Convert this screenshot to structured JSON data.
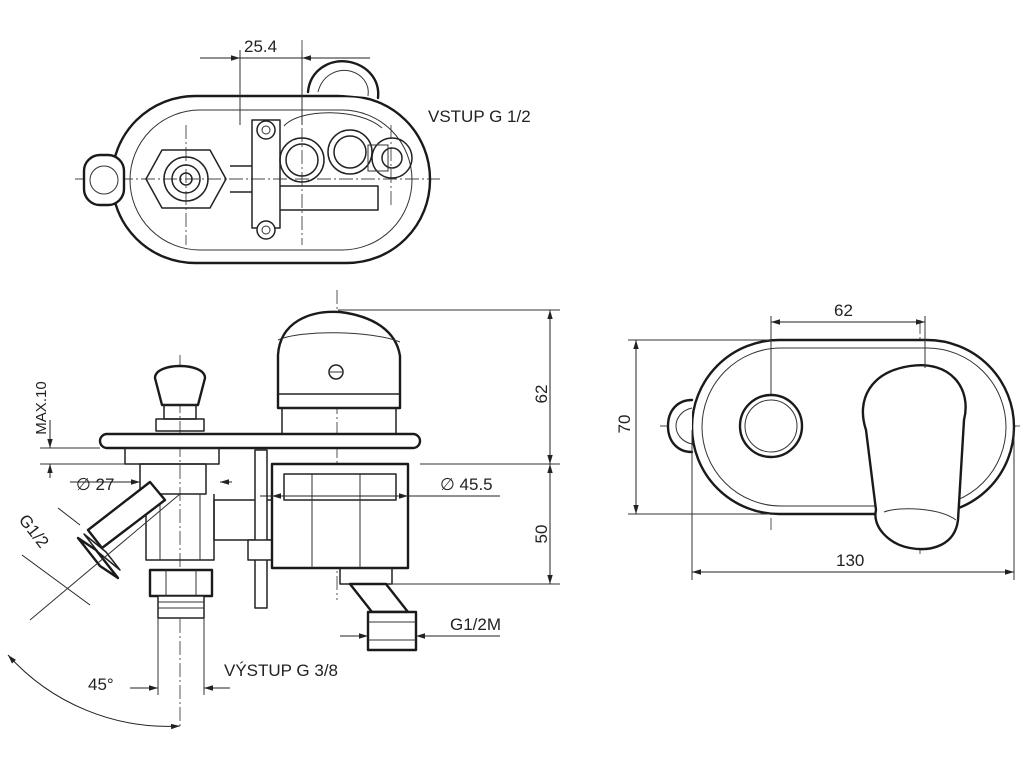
{
  "drawing": {
    "top_view": {
      "dim_offset": "25.4",
      "inlet_label": "VSTUP G 1/2"
    },
    "side_view": {
      "dim_max": "MAX.10",
      "dim_pipe_thread": "G1/2",
      "dim_collar_diameter": "∅ 27",
      "dim_body_diameter": "∅ 45.5",
      "dim_handle_height": "62",
      "dim_body_height": "50",
      "dim_outlet_thread": "G1/2M",
      "outlet_label": "VÝSTUP G 3/8",
      "angle_label": "45°"
    },
    "front_view": {
      "dim_center_width": "62",
      "dim_height": "70",
      "dim_total_width": "130"
    }
  }
}
